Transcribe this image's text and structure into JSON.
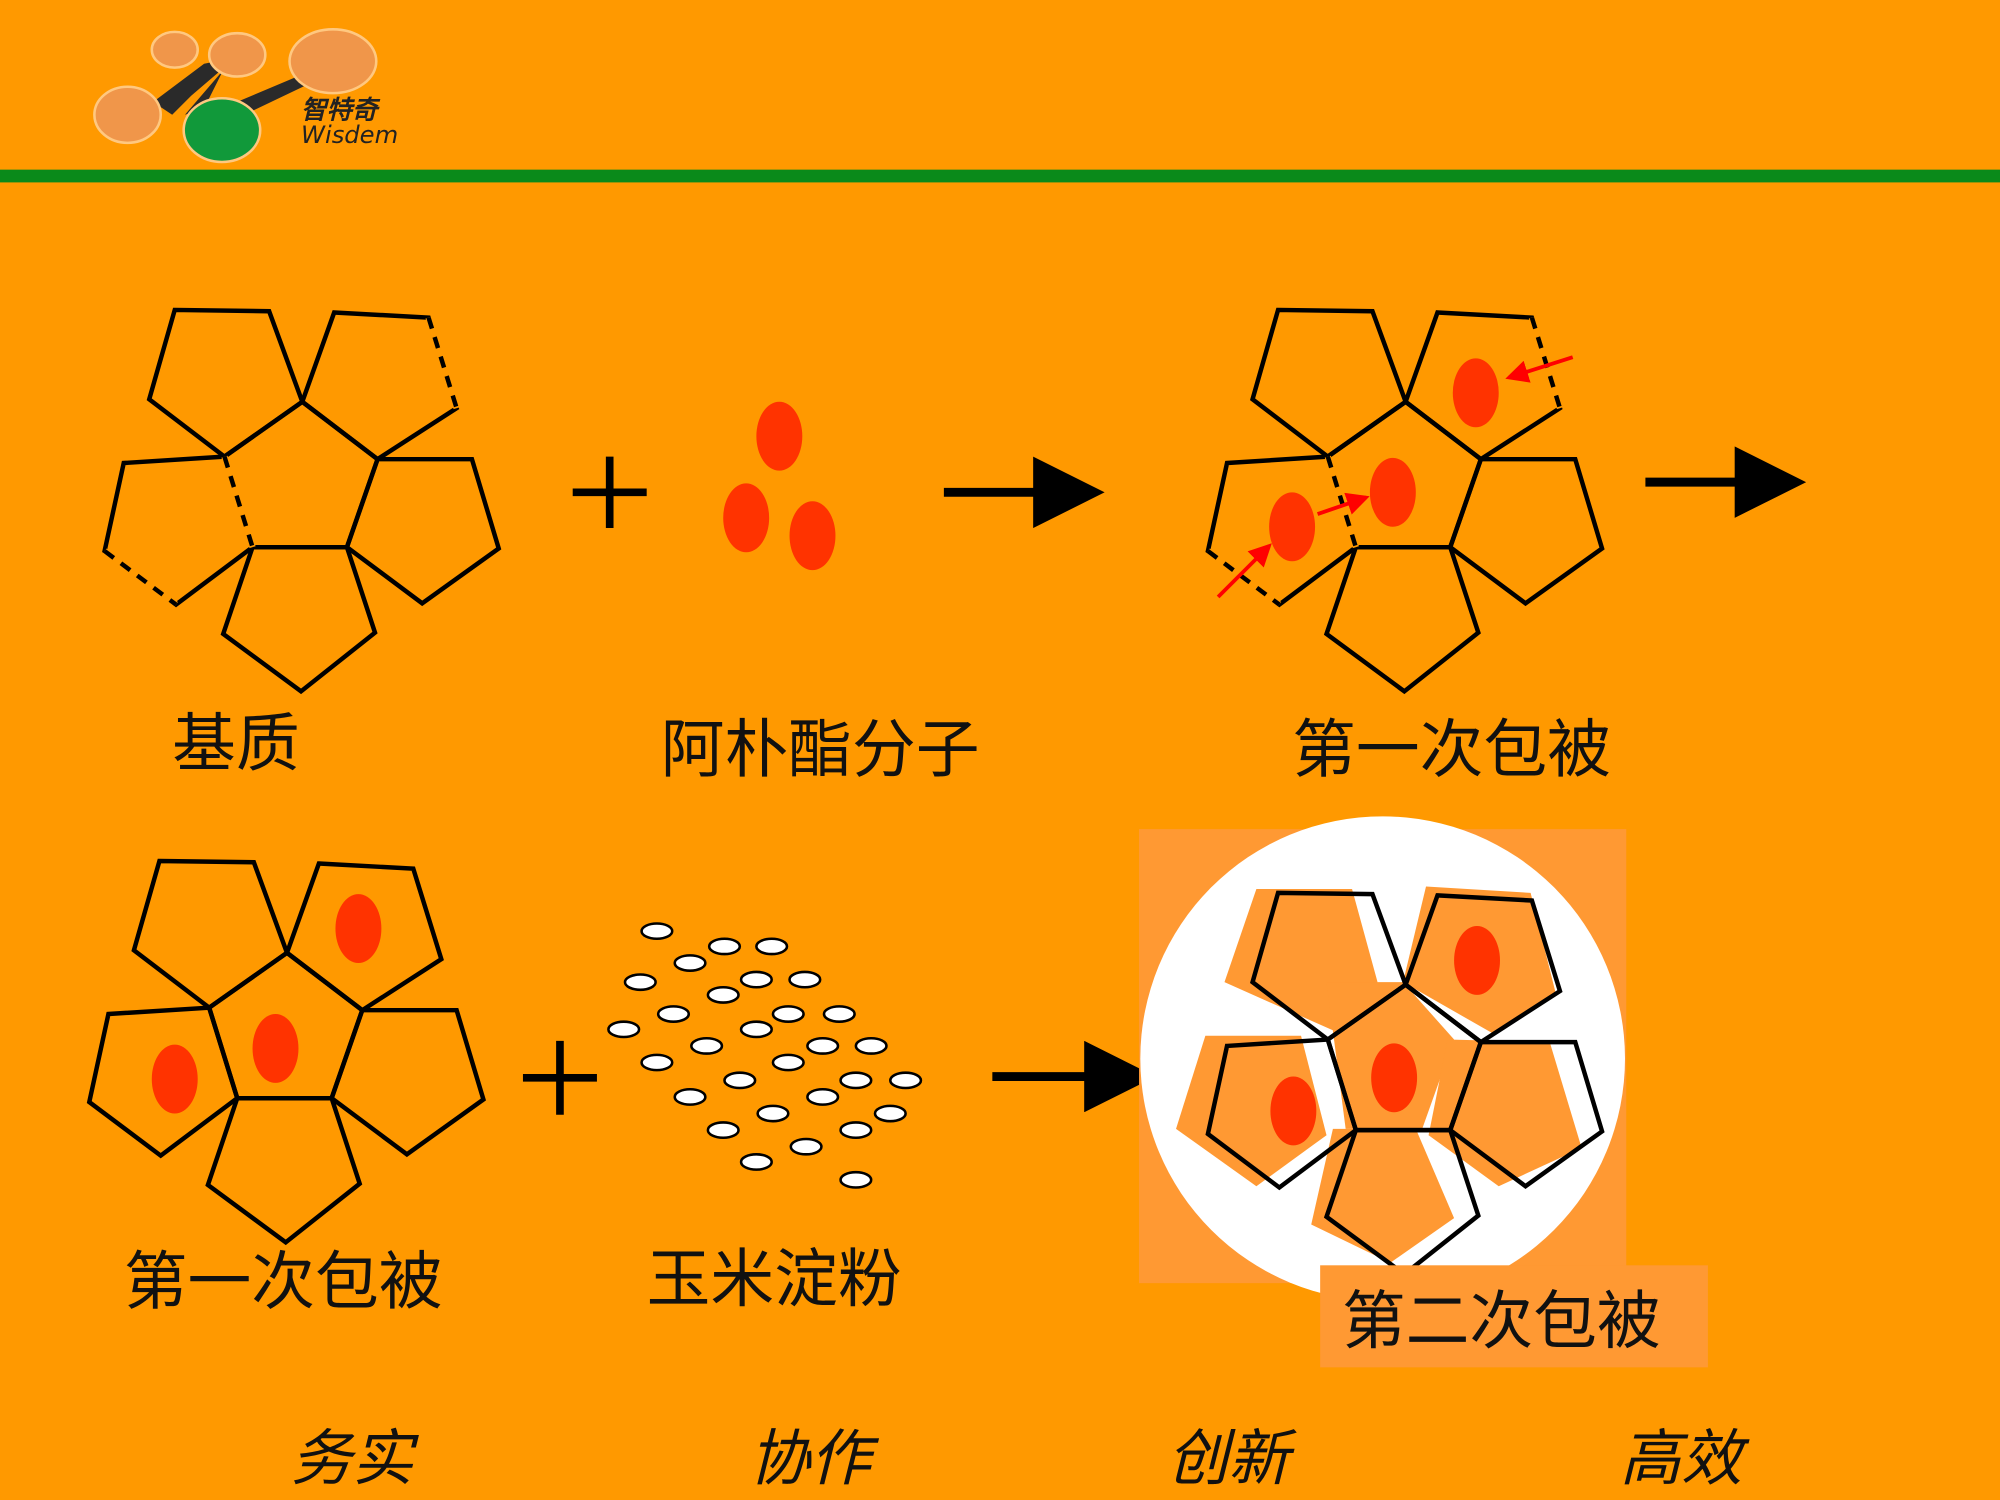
{
  "logo": {
    "cn": "智特奇",
    "en": "Wisdem"
  },
  "colors": {
    "background": "#FF9900",
    "rule": "#0A8A1A",
    "molecule": "#FF3300",
    "coat": "#FF9933"
  },
  "row1": {
    "substrate_label": "基质",
    "molecule_label": "阿朴酯分子",
    "first_coating_label": "第一次包被",
    "plus": "+"
  },
  "row2": {
    "first_coating_label": "第一次包被",
    "starch_label": "玉米淀粉",
    "second_coating_label": "第二次包被",
    "plus": "+"
  },
  "footer": [
    "务实",
    "协作",
    "创新",
    "高效"
  ]
}
